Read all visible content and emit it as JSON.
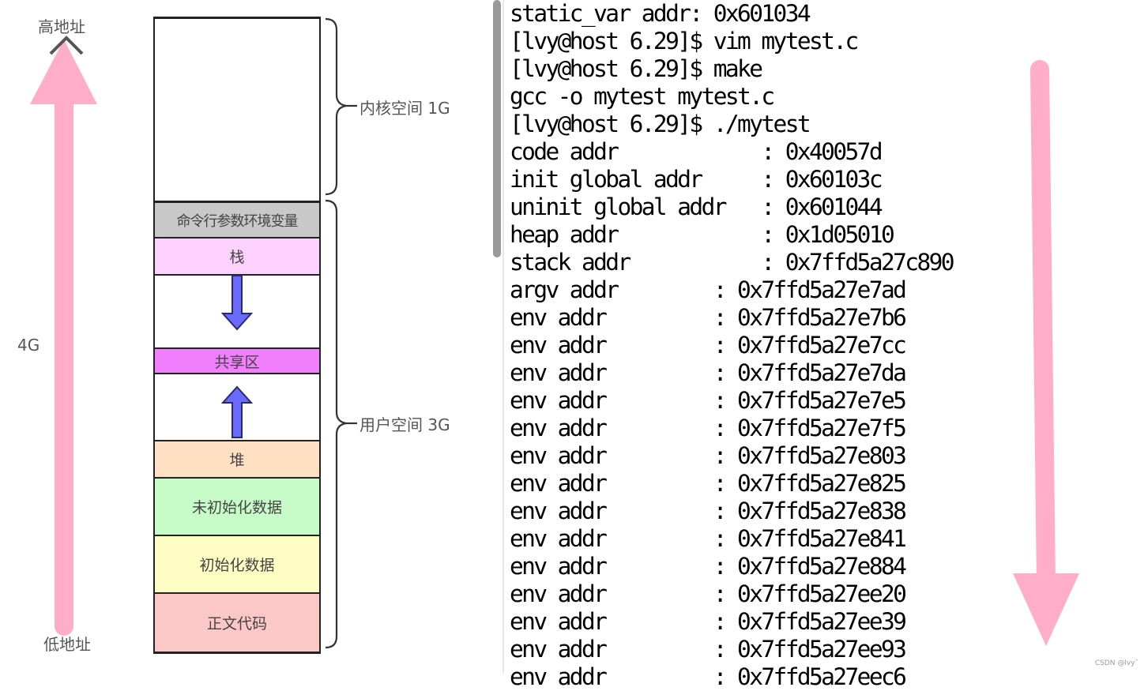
{
  "diagram": {
    "high_address": "高地址",
    "low_address": "低地址",
    "total_size": "4G",
    "kernel_space": "内核空间 1G",
    "user_space": "用户空间 3G",
    "segments": {
      "args_env": "命令行参数环境变量",
      "stack": "栈",
      "shared": "共享区",
      "heap": "堆",
      "bss": "未初始化数据",
      "data": "初始化数据",
      "text": "正文代码"
    }
  },
  "terminal": {
    "lines": [
      "static_var addr: 0x601034",
      "[lvy@host 6.29]$ vim mytest.c",
      "[lvy@host 6.29]$ make",
      "gcc -o mytest mytest.c",
      "[lvy@host 6.29]$ ./mytest",
      "code addr            : 0x40057d",
      "init global addr     : 0x60103c",
      "uninit global addr   : 0x601044",
      "heap addr            : 0x1d05010",
      "stack addr           : 0x7ffd5a27c890",
      "argv addr        : 0x7ffd5a27e7ad",
      "env addr         : 0x7ffd5a27e7b6",
      "env addr         : 0x7ffd5a27e7cc",
      "env addr         : 0x7ffd5a27e7da",
      "env addr         : 0x7ffd5a27e7e5",
      "env addr         : 0x7ffd5a27e7f5",
      "env addr         : 0x7ffd5a27e803",
      "env addr         : 0x7ffd5a27e825",
      "env addr         : 0x7ffd5a27e838",
      "env addr         : 0x7ffd5a27e841",
      "env addr         : 0x7ffd5a27e884",
      "env addr         : 0x7ffd5a27ee20",
      "env addr         : 0x7ffd5a27ee39",
      "env addr         : 0x7ffd5a27ee93",
      "env addr         : 0x7ffd5a27eec6"
    ]
  },
  "watermark": "CSDN @lvy¯",
  "colors": {
    "pink_arrow": "#ffadc8",
    "blue_arrow": "#6a6aff",
    "args_env": "#c8c8c8",
    "stack": "#fdd1fe",
    "shared": "#f27ffd",
    "heap": "#ffe0c2",
    "bss": "#c7fbc7",
    "data": "#fdfdc4",
    "text": "#fcc7c7"
  }
}
